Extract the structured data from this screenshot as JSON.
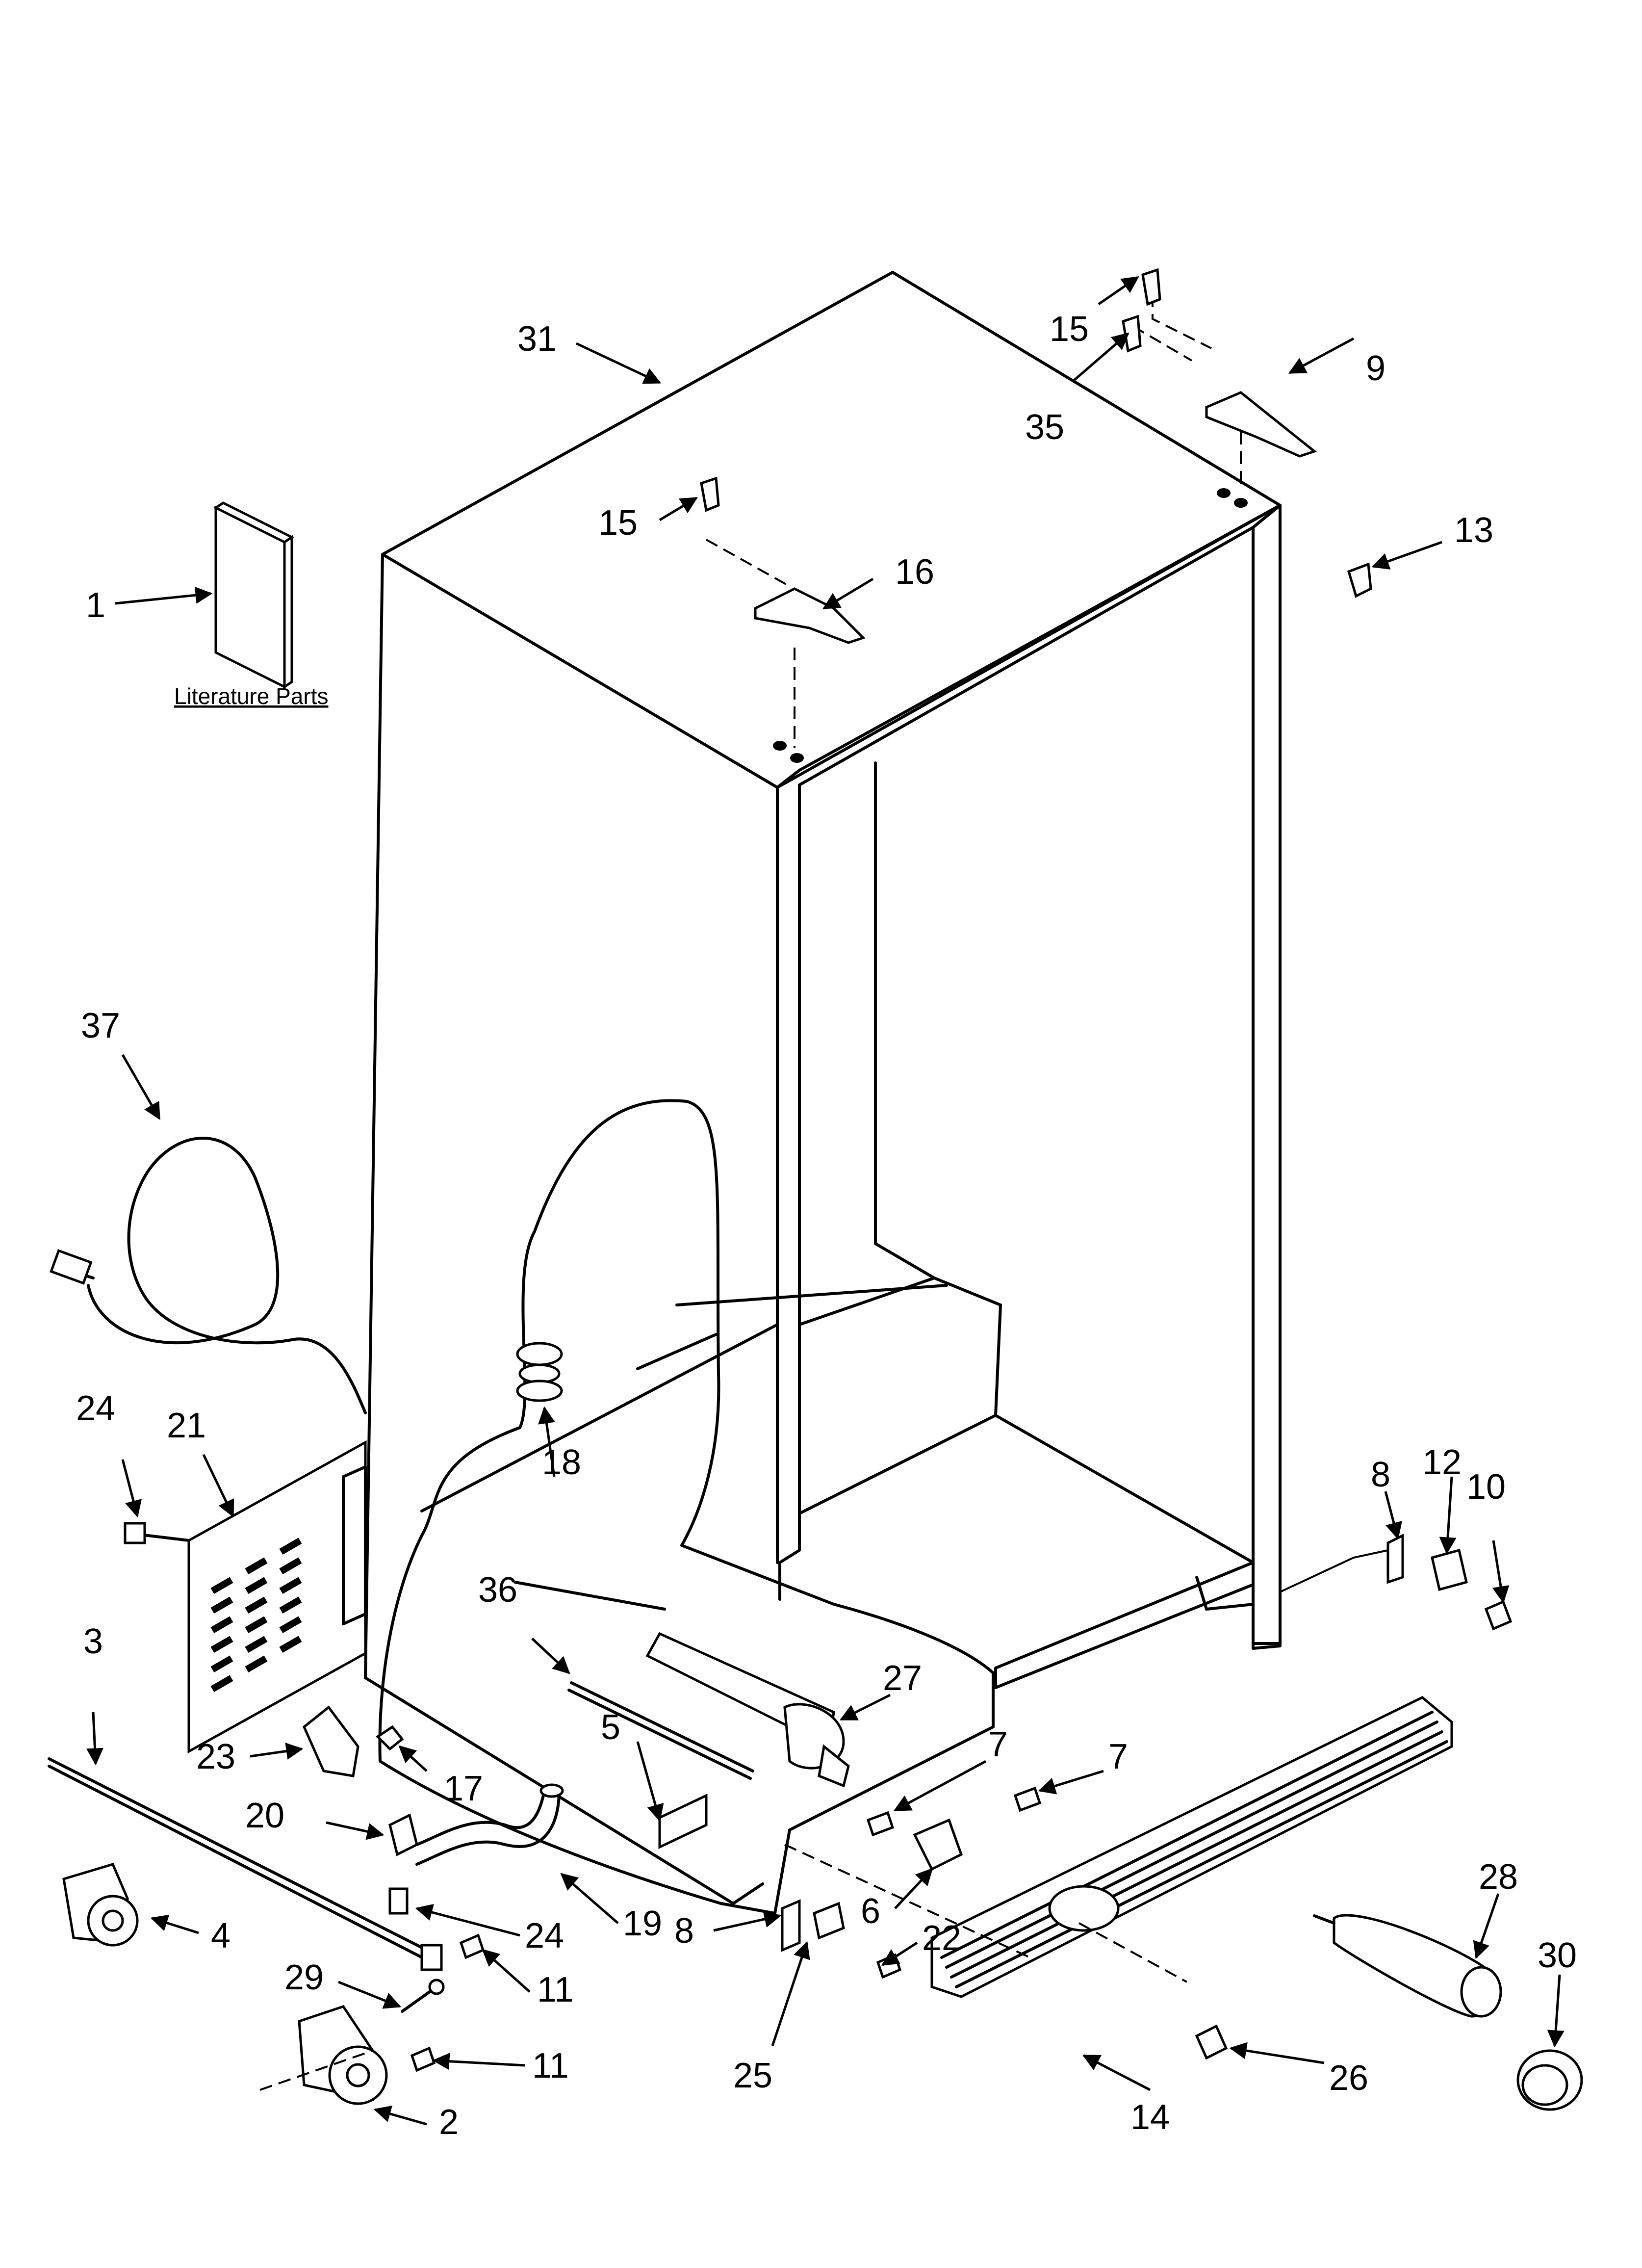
{
  "literature": {
    "label": "Literature Parts"
  },
  "labels": {
    "p1": "1",
    "p2": "2",
    "p3": "3",
    "p4": "4",
    "p5": "5",
    "p6": "6",
    "p7a": "7",
    "p7b": "7",
    "p8a": "8",
    "p8b": "8",
    "p9": "9",
    "p10": "10",
    "p11a": "11",
    "p11b": "11",
    "p12": "12",
    "p13": "13",
    "p14": "14",
    "p15a": "15",
    "p15b": "15",
    "p16": "16",
    "p17": "17",
    "p18": "18",
    "p19": "19",
    "p20": "20",
    "p21": "21",
    "p22": "22",
    "p23": "23",
    "p24a": "24",
    "p24b": "24",
    "p25": "25",
    "p26": "26",
    "p27": "27",
    "p28": "28",
    "p29": "29",
    "p30": "30",
    "p31": "31",
    "p35": "35",
    "p36": "36",
    "p37": "37"
  }
}
